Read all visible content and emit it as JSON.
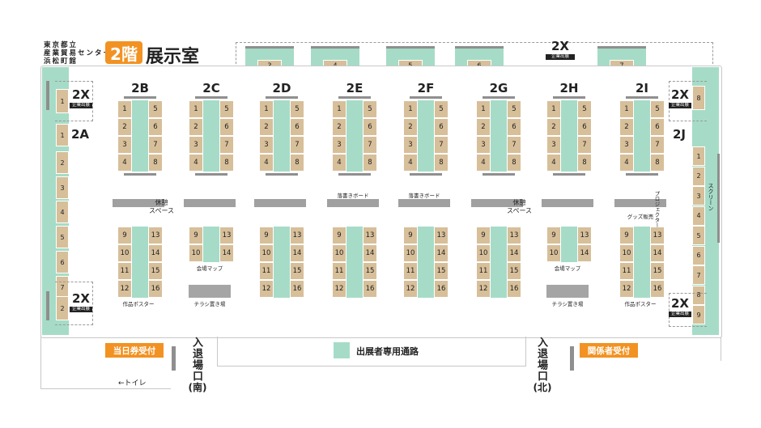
{
  "header": {
    "venue_name": "東京都立\n産業貿易センター\n浜松町館",
    "floor_label": "2階",
    "room_label": "展示室"
  },
  "legend": {
    "aisle_label": "出展者専用通路",
    "aisle_color": "#a6dcc7"
  },
  "colors": {
    "booth": "#d7bf9a",
    "aisle": "#a6dcc7",
    "accent": "#f29222",
    "bar": "#8f8f8f"
  },
  "top_booths": {
    "label": "2X",
    "sub_label": "企業出展",
    "numbers": [
      "3",
      "4",
      "5",
      "6",
      "7"
    ]
  },
  "corner_labels": {
    "left_top": {
      "label": "2X",
      "sub_label": "企業出展"
    },
    "left_bottom": {
      "label": "2X",
      "sub_label": "企業出展"
    },
    "right_top": {
      "label": "2X",
      "sub_label": "企業出展"
    },
    "right_bottom": {
      "label": "2X",
      "sub_label": "企業出展"
    }
  },
  "left_wall": {
    "label": "2A",
    "numbers": [
      "1",
      "1",
      "2",
      "3",
      "4",
      "5",
      "6",
      "7",
      "2"
    ]
  },
  "right_wall": {
    "label": "2J",
    "numbers": [
      "8",
      "1",
      "2",
      "3",
      "4",
      "5",
      "6",
      "7",
      "8",
      "9"
    ],
    "screen_label": "スクリーン"
  },
  "columns": [
    {
      "label": "2B",
      "upper": [
        [
          "1",
          "5"
        ],
        [
          "2",
          "6"
        ],
        [
          "3",
          "7"
        ],
        [
          "4",
          "8"
        ]
      ],
      "lower": [
        [
          "9",
          "13"
        ],
        [
          "10",
          "14"
        ],
        [
          "11",
          "15"
        ],
        [
          "12",
          "16"
        ]
      ],
      "notes": [
        {
          "text": "作品ポスター"
        }
      ]
    },
    {
      "label": "2C",
      "upper": [
        [
          "1",
          "5"
        ],
        [
          "2",
          "6"
        ],
        [
          "3",
          "7"
        ],
        [
          "4",
          "8"
        ]
      ],
      "lower": [
        [
          "9",
          "13"
        ],
        [
          "10",
          "14"
        ]
      ],
      "notes": [
        {
          "text": "会場マップ"
        },
        {
          "text": "チラシ置き場"
        }
      ]
    },
    {
      "label": "2D",
      "upper": [
        [
          "1",
          "5"
        ],
        [
          "2",
          "6"
        ],
        [
          "3",
          "7"
        ],
        [
          "4",
          "8"
        ]
      ],
      "lower": [
        [
          "9",
          "13"
        ],
        [
          "10",
          "14"
        ],
        [
          "11",
          "15"
        ],
        [
          "12",
          "16"
        ]
      ],
      "notes": []
    },
    {
      "label": "2E",
      "upper": [
        [
          "1",
          "5"
        ],
        [
          "2",
          "6"
        ],
        [
          "3",
          "7"
        ],
        [
          "4",
          "8"
        ]
      ],
      "lower": [
        [
          "9",
          "13"
        ],
        [
          "10",
          "14"
        ],
        [
          "11",
          "15"
        ],
        [
          "12",
          "16"
        ]
      ],
      "notes": [
        {
          "text": "落書きボード"
        }
      ]
    },
    {
      "label": "2F",
      "upper": [
        [
          "1",
          "5"
        ],
        [
          "2",
          "6"
        ],
        [
          "3",
          "7"
        ],
        [
          "4",
          "8"
        ]
      ],
      "lower": [
        [
          "9",
          "13"
        ],
        [
          "10",
          "14"
        ],
        [
          "11",
          "15"
        ],
        [
          "12",
          "16"
        ]
      ],
      "notes": [
        {
          "text": "落書きボード"
        }
      ]
    },
    {
      "label": "2G",
      "upper": [
        [
          "1",
          "5"
        ],
        [
          "2",
          "6"
        ],
        [
          "3",
          "7"
        ],
        [
          "4",
          "8"
        ]
      ],
      "lower": [
        [
          "9",
          "13"
        ],
        [
          "10",
          "14"
        ],
        [
          "11",
          "15"
        ],
        [
          "12",
          "16"
        ]
      ],
      "notes": []
    },
    {
      "label": "2H",
      "upper": [
        [
          "1",
          "5"
        ],
        [
          "2",
          "6"
        ],
        [
          "3",
          "7"
        ],
        [
          "4",
          "8"
        ]
      ],
      "lower": [
        [
          "9",
          "13"
        ],
        [
          "10",
          "14"
        ]
      ],
      "notes": [
        {
          "text": "会場マップ"
        },
        {
          "text": "チラシ置き場"
        }
      ]
    },
    {
      "label": "2I",
      "upper": [
        [
          "1",
          "5"
        ],
        [
          "2",
          "6"
        ],
        [
          "3",
          "7"
        ],
        [
          "4",
          "8"
        ]
      ],
      "lower": [
        [
          "9",
          "13"
        ],
        [
          "10",
          "14"
        ],
        [
          "11",
          "15"
        ],
        [
          "12",
          "16"
        ]
      ],
      "notes": [
        {
          "text": "グッズ販売"
        },
        {
          "text": "作品ポスター"
        }
      ]
    }
  ],
  "rest_areas": [
    "休憩\nスペース",
    "休憩\nスペース"
  ],
  "projector_label": "プロジェクター",
  "entrances": {
    "south": {
      "label": "入退場口",
      "direction": "(南)"
    },
    "north": {
      "label": "入退場口",
      "direction": "(北)"
    }
  },
  "reception": {
    "same_day": "当日券受付",
    "staff": "関係者受付"
  },
  "toilet_label": "←トイレ"
}
